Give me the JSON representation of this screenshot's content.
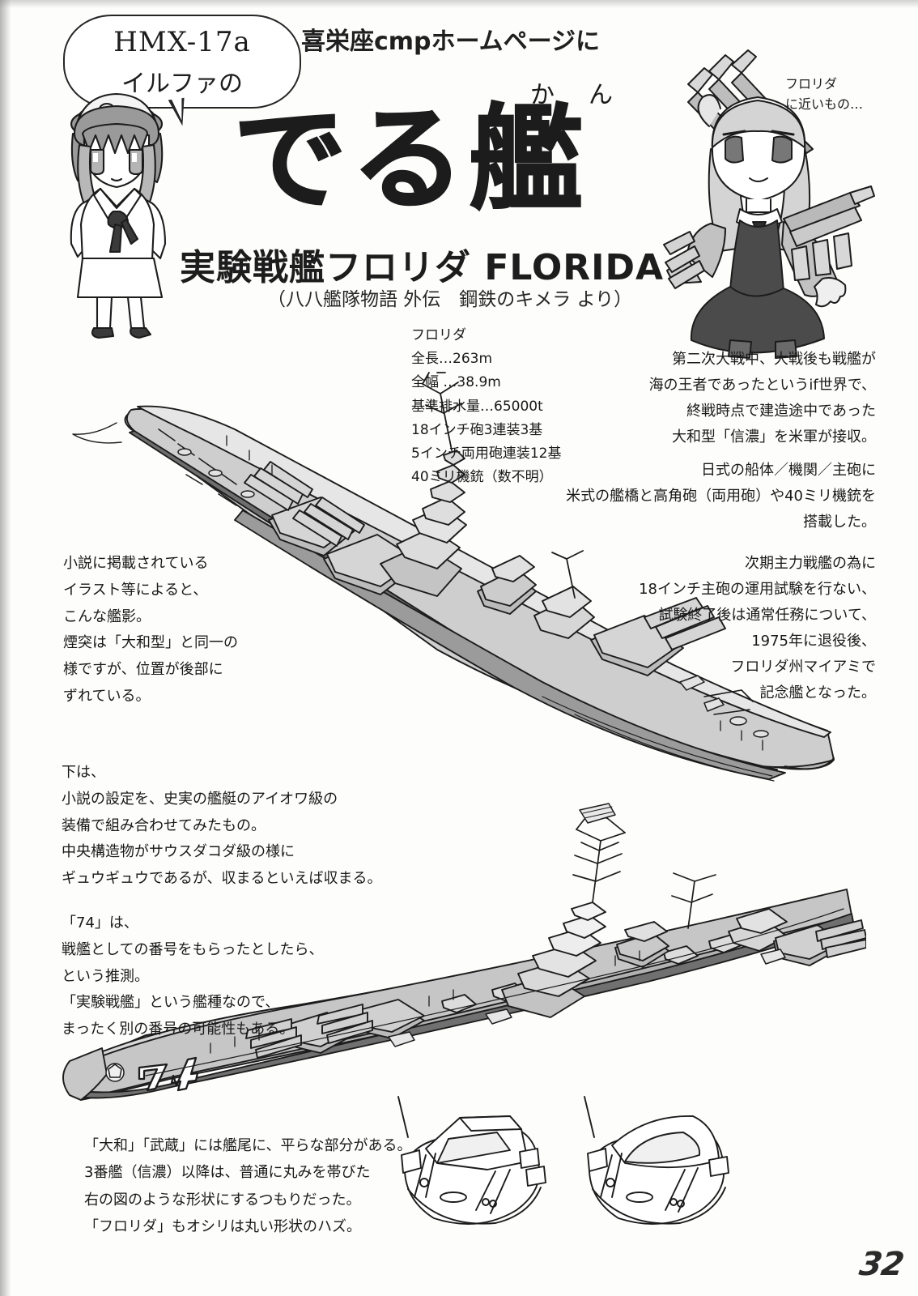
{
  "page": {
    "number": "32",
    "background_color": "#fdfdfb",
    "ink_color": "#1c1c1c"
  },
  "bubble": {
    "line1": "HMX-17a",
    "line2": "イルファの"
  },
  "masthead": {
    "kicker": "喜栄座cmpホームページに",
    "ruby": "かん",
    "title": "でる艦",
    "ship_line": "実験戦艦フロリダ FLORIDA",
    "source_line": "（八八艦隊物語 外伝　鋼鉄のキメラ より）"
  },
  "annotations": {
    "florida_girl_note": "フロリダ\nに近いもの…"
  },
  "specs": {
    "heading": "フロリダ",
    "lines": [
      "全長…263m",
      "全幅 …38.9m",
      "基準排水量…65000t",
      "18インチ砲3連装3基",
      "5インチ両用砲連装12基",
      "40ミリ機銃（数不明）"
    ],
    "block_text": "フロリダ\n全長…263m\n全幅 …38.9m\n基準排水量…65000t\n18インチ砲3連装3基\n5インチ両用砲連装12基\n40ミリ機銃（数不明）"
  },
  "body": {
    "right_1": "第二次大戦中、大戦後も戦艦が\n海の王者であったというif世界で、\n終戦時点で建造途中であった\n大和型「信濃」を米軍が接収。",
    "right_2": "日式の船体／機関／主砲に\n米式の艦橋と高角砲（両用砲）や40ミリ機銃を\n搭載した。",
    "right_3": "次期主力戦艦の為に\n18インチ主砲の運用試験を行ない、\n試験終了後は通常任務について、\n1975年に退役後、\nフロリダ州マイアミで\n記念艦となった。",
    "left_1": "小説に掲載されている\nイラスト等によると、\nこんな艦影。\n煙突は「大和型」と同一の\n様ですが、位置が後部に\nずれている。",
    "mid_left_1": "下は、\n小説の設定を、史実の艦艇のアイオワ級の\n装備で組み合わせてみたもの。\n中央構造物がサウスダコダ級の様に\nギュウギュウであるが、収まるといえば収まる。",
    "mid_left_2": "「74」は、\n戦艦としての番号をもらったとしたら、\nという推測。\n「実験戦艦」という艦種なので、\nまったく別の番号の可能性もある。",
    "bottom_caption": "「大和」「武蔵」には艦尾に、平らな部分がある。\n3番艦（信濃）以降は、普通に丸みを帯びた\n右の図のような形状にするつもりだった。\n「フロリダ」もオシリは丸い形状のハズ。"
  },
  "ship_markings": {
    "hull_number": "74"
  },
  "figures": {
    "girl_left": "sailor-girl-character",
    "girl_right": "turret-girl-character",
    "ship_top": "battleship-florida-novel-profile",
    "ship_bottom": "battleship-florida-iowa-kitbash-profile",
    "stern_left": "stern-detail-flat-diagram",
    "stern_right": "stern-detail-round-diagram"
  }
}
